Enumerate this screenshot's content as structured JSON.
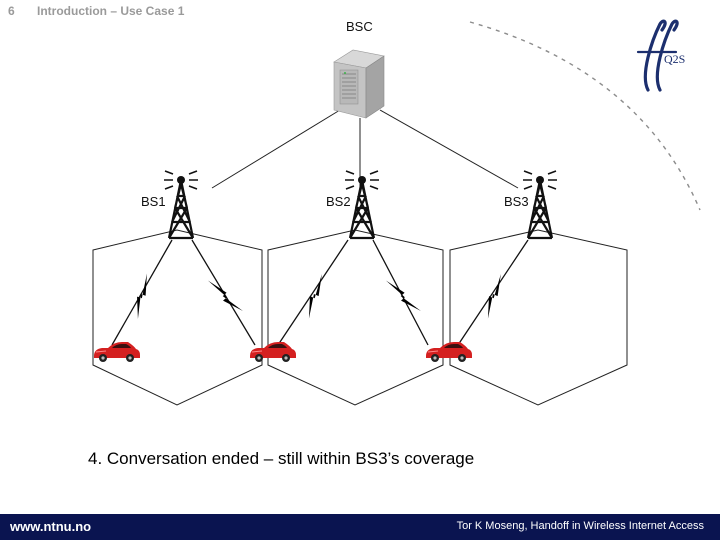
{
  "header": {
    "slide_number": "6",
    "title": "Introduction – Use Case 1"
  },
  "diagram": {
    "controller_label": "BSC",
    "stations": [
      {
        "label": "BS1"
      },
      {
        "label": "BS2"
      },
      {
        "label": "BS3"
      }
    ],
    "logo_text": "Q2S",
    "caption": "4. Conversation ended – still within BS3’s coverage"
  },
  "footer": {
    "url": "www.ntnu.no",
    "credit": "Tor K Moseng, Handoff in Wireless Internet Access"
  },
  "colors": {
    "footer_bg": "#0a1450",
    "car_red": "#d42020",
    "logo_navy": "#1c2f6e"
  }
}
